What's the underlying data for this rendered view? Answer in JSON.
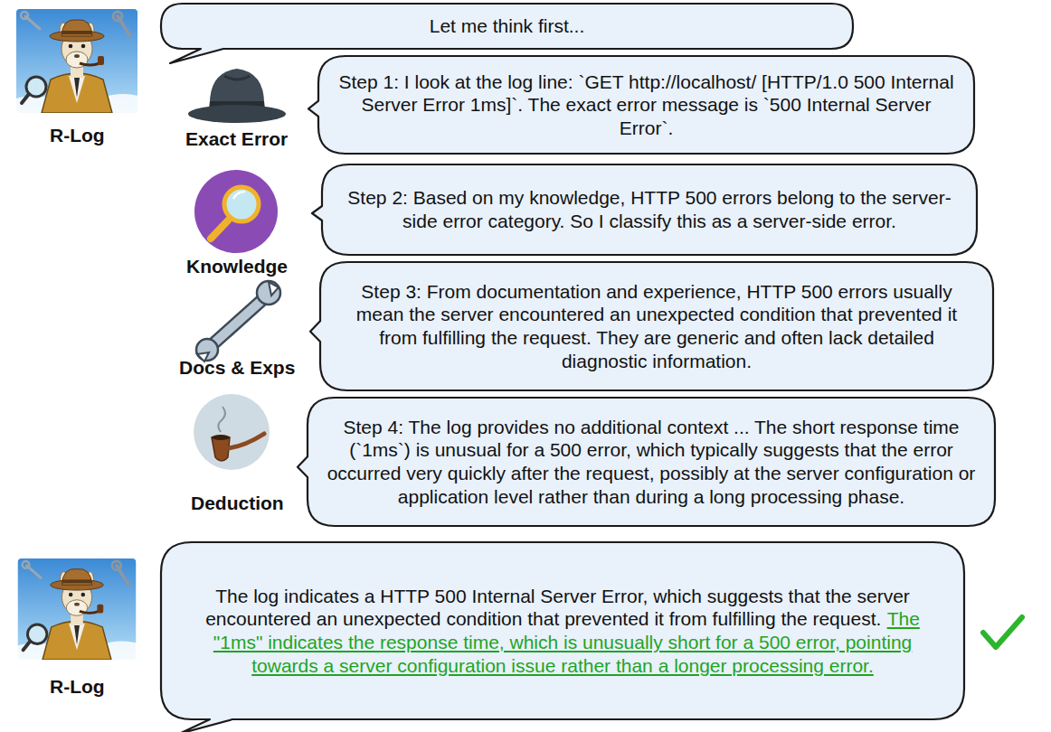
{
  "diagram": {
    "nodes": [
      {
        "text": [
          "Let me think first..."
        ]
      },
      {
        "text": [
          "Step 1: I look at the log line: `GET http://localhost/ [HTTP/1.0 500 Internal Server Error 1ms]`. The exact error message is `500 Internal Server Error`."
        ]
      },
      {
        "text": [
          "Step 2: Based on my knowledge, HTTP 500 errors belong to the server-side error category. So I classify this as a server-side error."
        ]
      },
      {
        "text": [
          "Step 3: From documentation and experience, HTTP 500 errors usually mean the server encountered an unexpected condition that prevented it from fulfilling the request. They are generic and often lack detailed diagnostic information."
        ]
      },
      {
        "text": [
          "Step 4: The log provides no additional context ... The short response time (`1ms`) is unusual for a 500 error, which typically suggests that the error occurred very quickly after the request, possibly at the server configuration or application level rather than during a long processing phase."
        ]
      },
      {
        "text": [
          "The log indicates a HTTP 500 Internal Server Error, which suggests that the server encountered an unexpected condition that prevented it from fulfilling the request.",
          "The \"1ms\" indicates the response time, which is unusually short for a 500 error, pointing towards a server configuration issue rather than a longer processing error."
        ]
      }
    ],
    "labels": [
      "R-Log",
      "Exact Error",
      "Knowledge",
      "Docs & Exps",
      "Deduction",
      "R-Log"
    ]
  }
}
